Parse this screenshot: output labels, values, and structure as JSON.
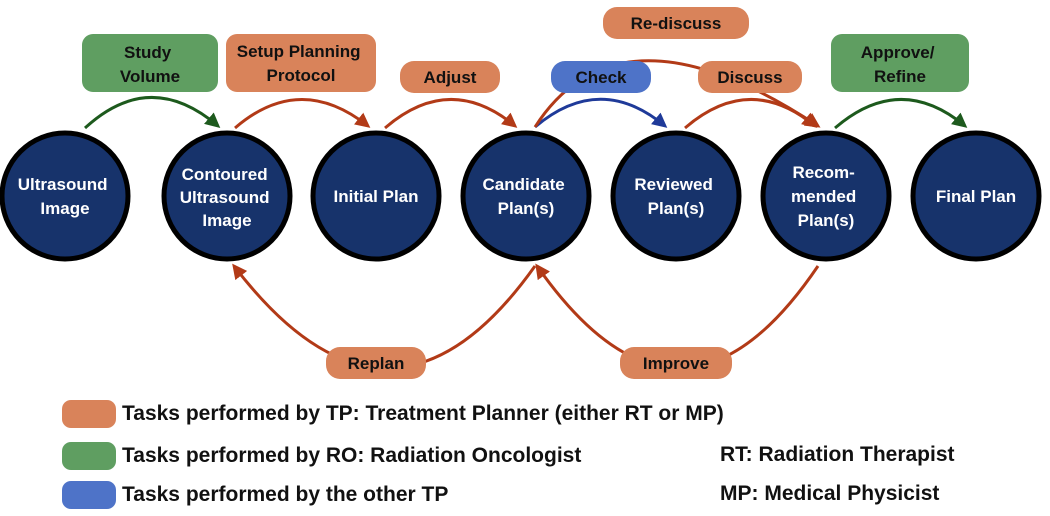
{
  "colors": {
    "node_fill": "#17336b",
    "node_stroke": "#000000",
    "tp": "#d9835a",
    "ro": "#5f9e61",
    "other_tp": "#4e73c8",
    "arrow_tp": "#b23a17",
    "arrow_ro": "#1d5a1d",
    "arrow_other": "#1f3a99"
  },
  "nodes": [
    {
      "id": "ultrasound",
      "lines": [
        "Ultrasound",
        "Image"
      ]
    },
    {
      "id": "contoured",
      "lines": [
        "Contoured",
        "Ultrasound",
        "Image"
      ]
    },
    {
      "id": "initial",
      "lines": [
        "Initial Plan"
      ]
    },
    {
      "id": "candidate",
      "lines": [
        "Candidate",
        "Plan(s)"
      ]
    },
    {
      "id": "reviewed",
      "lines": [
        "Reviewed",
        "Plan(s)"
      ]
    },
    {
      "id": "recommended",
      "lines": [
        "Recom-",
        "mended",
        "Plan(s)"
      ]
    },
    {
      "id": "final",
      "lines": [
        "Final Plan"
      ]
    }
  ],
  "tasks": [
    {
      "id": "study-volume",
      "lines": [
        "Study",
        "Volume"
      ],
      "role": "ro"
    },
    {
      "id": "setup-planning-protocol",
      "lines": [
        "Setup Planning",
        "Protocol"
      ],
      "role": "tp"
    },
    {
      "id": "adjust",
      "lines": [
        "Adjust"
      ],
      "role": "tp"
    },
    {
      "id": "check",
      "lines": [
        "Check"
      ],
      "role": "other_tp"
    },
    {
      "id": "re-discuss",
      "lines": [
        "Re-discuss"
      ],
      "role": "tp"
    },
    {
      "id": "discuss",
      "lines": [
        "Discuss"
      ],
      "role": "tp"
    },
    {
      "id": "approve-refine",
      "lines": [
        "Approve/",
        "Refine"
      ],
      "role": "ro"
    },
    {
      "id": "replan",
      "lines": [
        "Replan"
      ],
      "role": "tp"
    },
    {
      "id": "improve",
      "lines": [
        "Improve"
      ],
      "role": "tp"
    }
  ],
  "legend": {
    "tp": "Tasks performed by TP: Treatment Planner (either RT or MP)",
    "ro": "Tasks performed by RO: Radiation Oncologist",
    "other_tp": "Tasks performed by the other TP",
    "rt": "RT: Radiation Therapist",
    "mp": "MP: Medical Physicist"
  }
}
